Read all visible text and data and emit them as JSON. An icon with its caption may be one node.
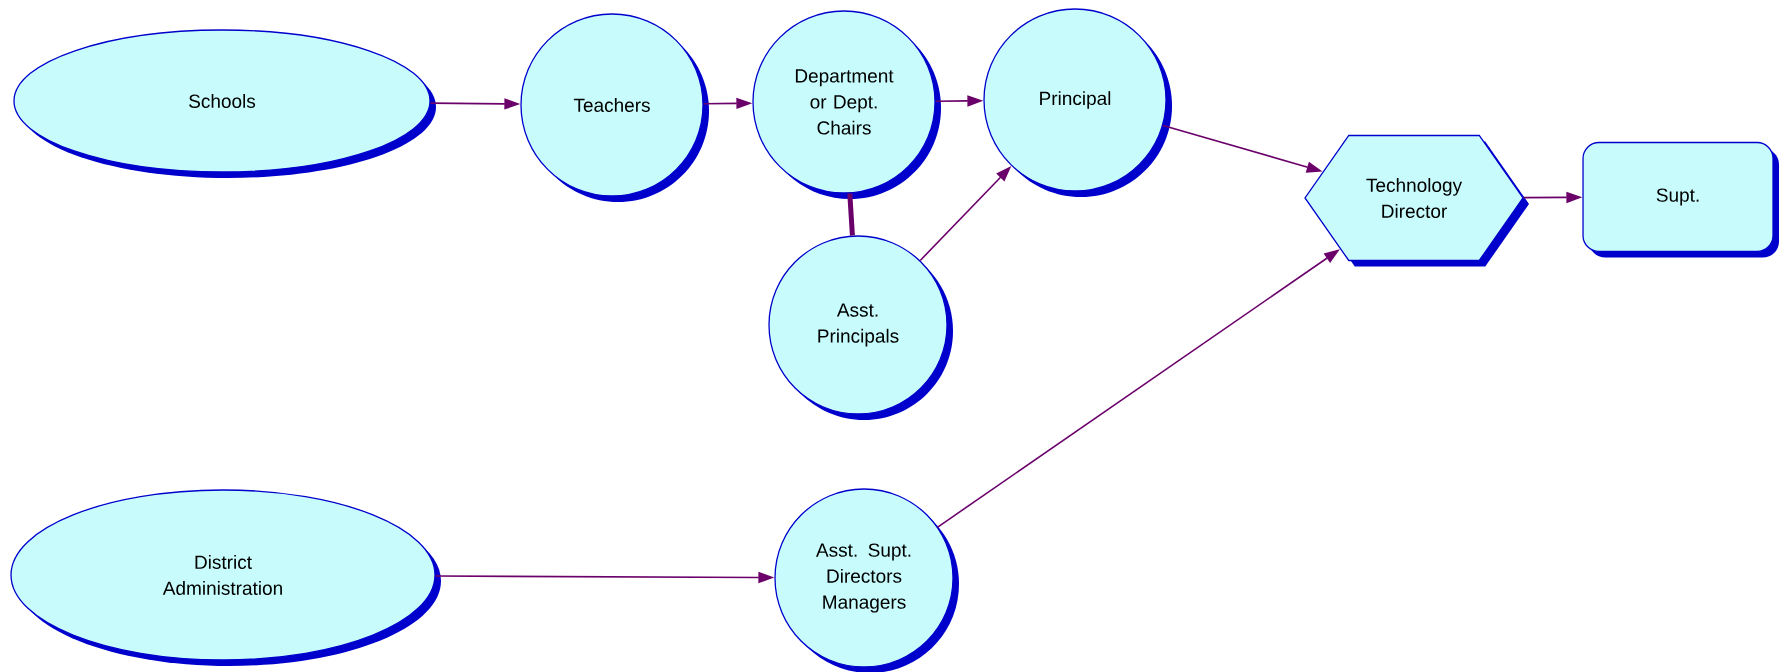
{
  "diagram": {
    "nodes": [
      {
        "text": [
          "Schools"
        ]
      },
      {
        "text": [
          "Teachers"
        ]
      },
      {
        "text": [
          "Department or Dept. Chairs"
        ]
      },
      {
        "text": [
          "Principal"
        ]
      },
      {
        "text": [
          "Asst. Principals"
        ]
      },
      {
        "text": [
          "Technology Director"
        ]
      },
      {
        "text": [
          "Supt."
        ]
      },
      {
        "text": [
          "District Administration"
        ]
      },
      {
        "text": [
          "Asst. Supt. Directors Managers"
        ]
      }
    ],
    "edges": [
      {
        "from": 0,
        "to": 1,
        "arrow": "to"
      },
      {
        "from": 1,
        "to": 2,
        "arrow": "to"
      },
      {
        "from": 2,
        "to": 3,
        "arrow": "to"
      },
      {
        "from": 3,
        "to": 5,
        "arrow": "to"
      },
      {
        "from": 2,
        "to": 4,
        "arrow": "none",
        "style": "thick"
      },
      {
        "from": 4,
        "to": 3,
        "arrow": "to"
      },
      {
        "from": 5,
        "to": 6,
        "arrow": "to"
      },
      {
        "from": 8,
        "to": 5,
        "arrow": "to"
      },
      {
        "from": 7,
        "to": 8,
        "arrow": "to"
      }
    ]
  }
}
